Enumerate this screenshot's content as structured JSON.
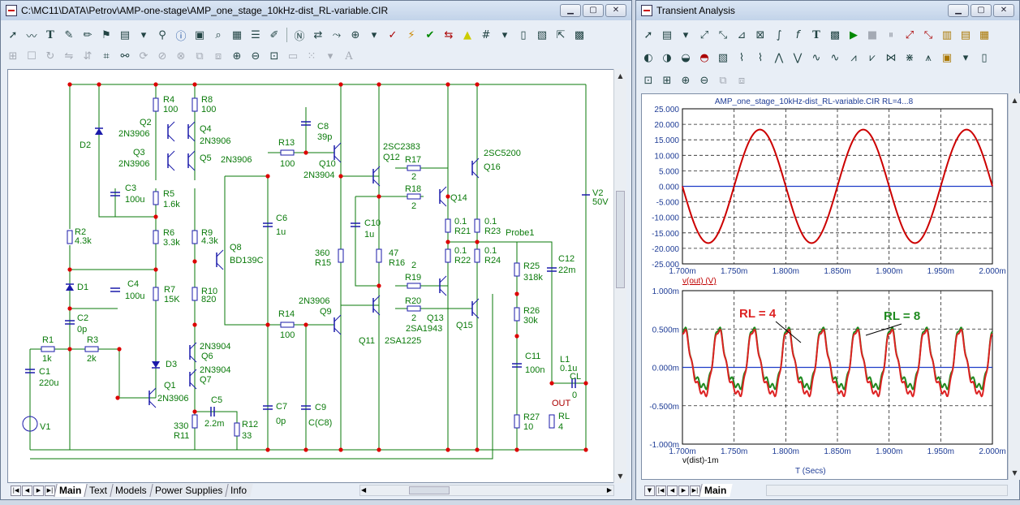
{
  "left_window": {
    "title": "C:\\MC11\\DATA\\Petrov\\AMP-one-stage\\AMP_one_stage_10kHz-dist_RL-variable.CIR",
    "tabs": [
      "Main",
      "Text",
      "Models",
      "Power Supplies",
      "Info"
    ],
    "active_tab": "Main",
    "toolbar1_icons": [
      "select-icon",
      "wire-icon",
      "text-icon",
      "line-icon",
      "pencil-icon",
      "info-icon",
      "flag-icon",
      "component-icon",
      "dropdown-arrow-icon",
      "probe-icon",
      "help-icon",
      "page-icon",
      "find-icon",
      "page2-icon",
      "grid-icon",
      "edit-icon"
    ],
    "toolbar2_icons": [
      "box-icon",
      "rect-icon",
      "rotate-icon",
      "mirror-icon",
      "flip-icon",
      "zoom-in-icon",
      "zoom-out-icon",
      "refresh-icon",
      "stop-icon",
      "close-icon",
      "copy-icon",
      "paste-icon",
      "zoom-fit-icon",
      "zoom-minus-icon",
      "zoom-select-icon",
      "disk-icon",
      "grid-view-icon",
      "font-icon"
    ]
  },
  "schematic": {
    "labels": {
      "R4": "R4",
      "R4v": "100",
      "R8": "R8",
      "R8v": "100",
      "Q2": "Q2",
      "Q2t": "2N3906",
      "Q4": "Q4",
      "Q4t": "2N3906",
      "Q3": "Q3",
      "Q3t": "2N3906",
      "Q5": "Q5",
      "Q5t": "2N3906",
      "D2": "D2",
      "C3": "C3",
      "C3v": "100u",
      "R5": "R5",
      "R5v": "1.6k",
      "R6": "R6",
      "R6v": "3.3k",
      "R9": "R9",
      "R9v": "4.3k",
      "Q8": "Q8",
      "Q8t": "BD139C",
      "R2": "R2",
      "R2v": "4.3k",
      "D1": "D1",
      "C4": "C4",
      "C4v": "100u",
      "R7": "R7",
      "R7v": "15K",
      "R10": "R10",
      "R10v": "820",
      "C2": "C2",
      "C2v": "0p",
      "R1": "R1",
      "R1v": "1k",
      "R3": "R3",
      "R3v": "2k",
      "C1": "C1",
      "C1v": "220u",
      "V1": "V1",
      "D3": "D3",
      "Q6t": "2N3904",
      "Q6": "Q6",
      "Q7t": "2N3904",
      "Q7": "Q7",
      "Q1": "Q1",
      "Q1t": "2N3906",
      "C5": "C5",
      "C5v": "2.2m",
      "R11v": "330",
      "R11": "R11",
      "R12": "R12",
      "R12v": "33",
      "C8": "C8",
      "C8v": "39p",
      "R13": "R13",
      "R13v": "100",
      "Q10": "Q10",
      "Q10t": "2N3904",
      "C6": "C6",
      "C6v": "1u",
      "R14": "R14",
      "R14v": "100",
      "Q9t": "2N3906",
      "Q9": "Q9",
      "C7": "C7",
      "C7v": "0p",
      "C9": "C9",
      "C9v": "C(C8)",
      "R15v": "360",
      "R15": "R15",
      "C10": "C10",
      "C10v": "1u",
      "R16v": "47",
      "R16": "R16",
      "Q11": "Q11",
      "Q11t": "2SA1225",
      "Q12t": "2SC2383",
      "Q12": "Q12",
      "R17": "R17",
      "R17v": "2",
      "R18": "R18",
      "R18v": "2",
      "R19v": "2",
      "R19": "R19",
      "R20": "R20",
      "R20v": "2",
      "Q13t": "2SA1943",
      "Q13": "Q13",
      "Q14": "Q14",
      "R21v": "0.1",
      "R21": "R21",
      "R22v": "0.1",
      "R22": "R22",
      "R23v": "0.1",
      "R23": "R23",
      "R24v": "0.1",
      "R24": "R24",
      "Q16t": "2SC5200",
      "Q16": "Q16",
      "Q15": "Q15",
      "Probe1": "Probe1",
      "R25": "R25",
      "R25v": "318k",
      "R26": "R26",
      "R26v": "30k",
      "C11": "C11",
      "C11v": "100n",
      "R27": "R27",
      "R27v": "10",
      "C12": "C12",
      "C12v": "22m",
      "L1": "L1",
      "L1v": "0.1u",
      "CL": "CL",
      "CLv": "0",
      "OUT": "OUT",
      "RL": "RL",
      "RLv": "4",
      "V2": "V2",
      "V2v": "50V"
    }
  },
  "right_window": {
    "title": "Transient Analysis",
    "tabs": [
      "Main"
    ],
    "active_tab": "Main"
  },
  "chart_data": [
    {
      "type": "line",
      "title": "AMP_one_stage_10kHz-dist_RL-variable.CIR RL=4...8",
      "xlabel": "",
      "ylabel": "v(out) (V)",
      "x_tick_labels": [
        "1.700m",
        "1.750m",
        "1.800m",
        "1.850m",
        "1.900m",
        "1.950m",
        "2.000m"
      ],
      "y_tick_labels": [
        "25.000",
        "20.000",
        "15.000",
        "10.000",
        "5.000",
        "0.000",
        "-5.000",
        "-10.000",
        "-15.000",
        "-20.000",
        "-25.000"
      ],
      "xlim": [
        0.0017,
        0.002
      ],
      "ylim": [
        -25,
        25
      ],
      "grid": true,
      "series": [
        {
          "name": "v(out)",
          "color": "#cc0000",
          "amplitude": 18.3,
          "frequency_hz": 10000,
          "phase_peak_x": 0.001775
        }
      ]
    },
    {
      "type": "line",
      "title": "",
      "xlabel": "T (Secs)",
      "ylabel": "v(dist)-1m",
      "x_tick_labels": [
        "1.700m",
        "1.750m",
        "1.800m",
        "1.850m",
        "1.900m",
        "1.950m",
        "2.000m"
      ],
      "y_tick_labels": [
        "1.000m",
        "0.500m",
        "0.000m",
        "-0.500m",
        "-1.000m"
      ],
      "xlim": [
        0.0017,
        0.002
      ],
      "ylim": [
        -0.001,
        0.001
      ],
      "grid": true,
      "annotations": [
        "RL = 4",
        "RL = 8"
      ],
      "series": [
        {
          "name": "RL = 4",
          "color": "#dd2222",
          "peak": 0.00049,
          "trough": -0.00048
        },
        {
          "name": "RL = 8",
          "color": "#1f8a1f",
          "peak": 0.00052,
          "trough": -0.00035
        }
      ]
    }
  ]
}
